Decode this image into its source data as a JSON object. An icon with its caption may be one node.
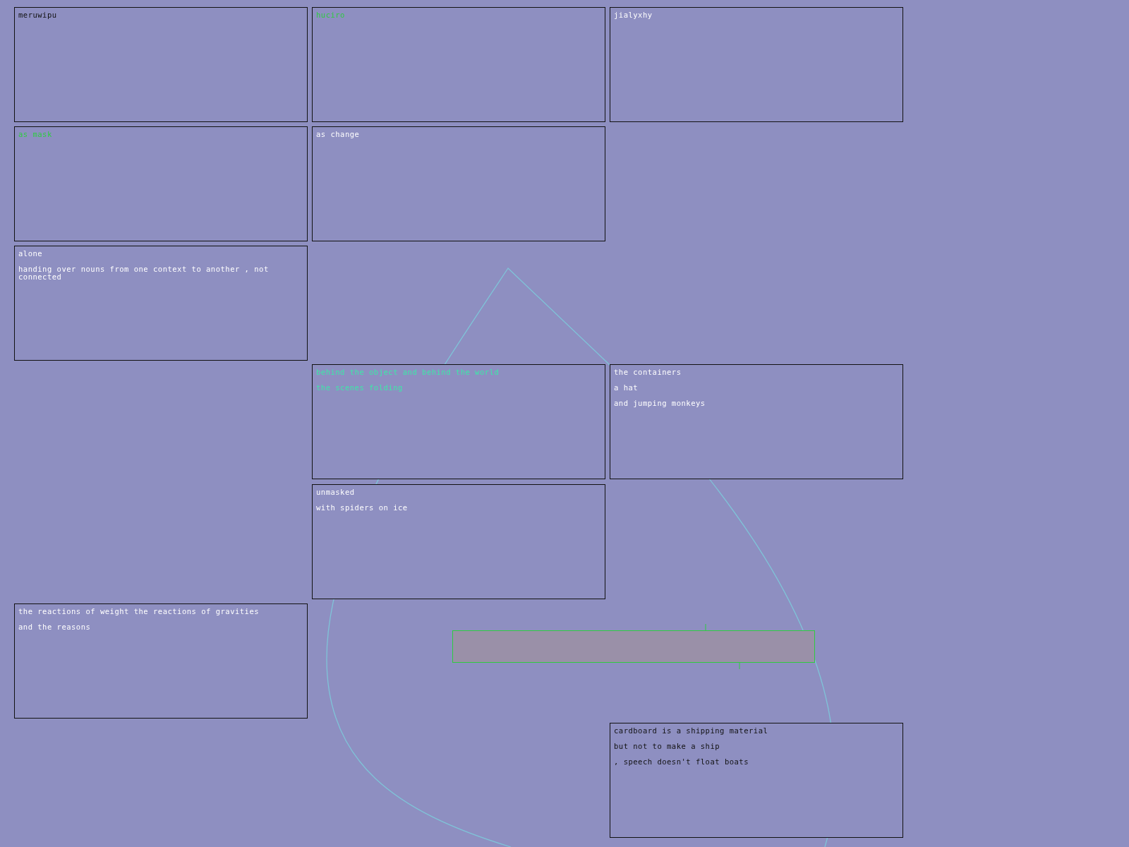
{
  "diagram": {
    "nodes": [
      {
        "text": [
          "meruwipu"
        ]
      },
      {
        "text": [
          "huciro"
        ]
      },
      {
        "text": [
          "jialyxhy"
        ]
      },
      {
        "text": [
          "as mask"
        ]
      },
      {
        "text": [
          "as change"
        ]
      },
      {
        "text": [
          "alone",
          "handing over nouns from one context to another , not connected"
        ]
      },
      {
        "text": [
          "behind the object and behind the world",
          "the scenes folding"
        ]
      },
      {
        "text": [
          "the containers",
          "a hat",
          "and jumping monkeys"
        ]
      },
      {
        "text": [
          "unmasked",
          "with spiders on ice"
        ]
      },
      {
        "text": [
          "the reactions of weight the reactions of gravities",
          "and the reasons"
        ]
      },
      {
        "text": [],
        "shape": "box"
      },
      {
        "text": [
          "cardboard is a shipping material",
          "but not to make a ship",
          ", speech doesn't float boats"
        ]
      }
    ]
  }
}
